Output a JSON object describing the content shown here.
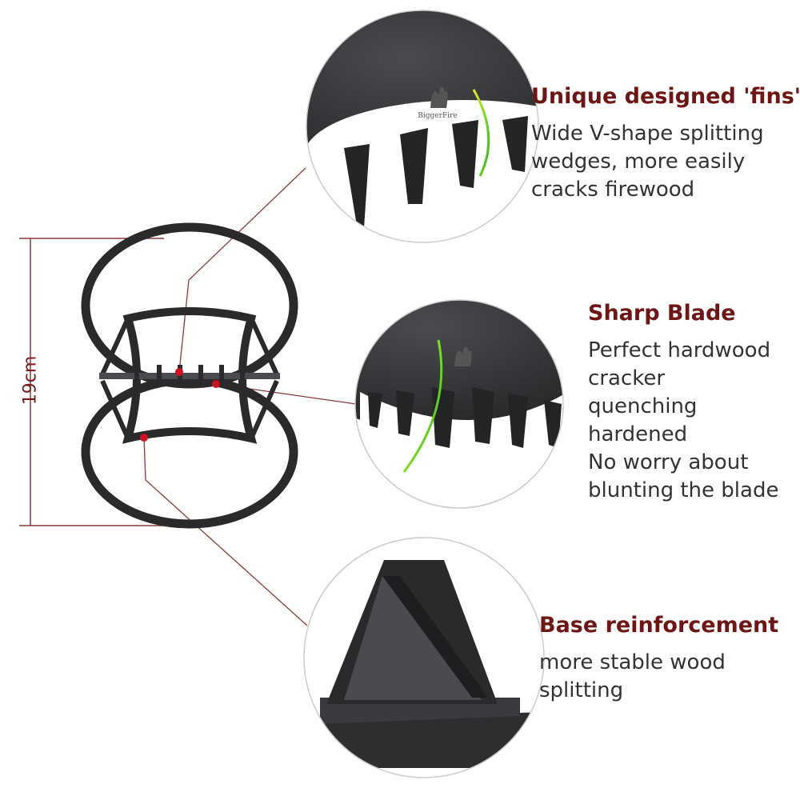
{
  "dimension": {
    "label": "19cm"
  },
  "logo_text": "BiggerFire",
  "colors": {
    "accent": "#7a1a1a",
    "title": "#6e1616",
    "leader": "#8a3a3a",
    "metal": "#2a2a2c",
    "metal_light": "#55575a",
    "marker": "#cc1122",
    "highlight_green": "#7adf20",
    "highlight_yellow": "#f0e030"
  },
  "features": [
    {
      "title": "Unique designed 'fins'",
      "lines": [
        "Wide V-shape splitting",
        "wedges, more easily",
        "cracks firewood"
      ]
    },
    {
      "title": "Sharp Blade",
      "lines": [
        "Perfect hardwood",
        "cracker",
        "quenching",
        "hardened",
        "No worry about",
        "blunting the blade"
      ]
    },
    {
      "title": "Base reinforcement",
      "lines": [
        "more stable wood",
        "splitting"
      ]
    }
  ]
}
